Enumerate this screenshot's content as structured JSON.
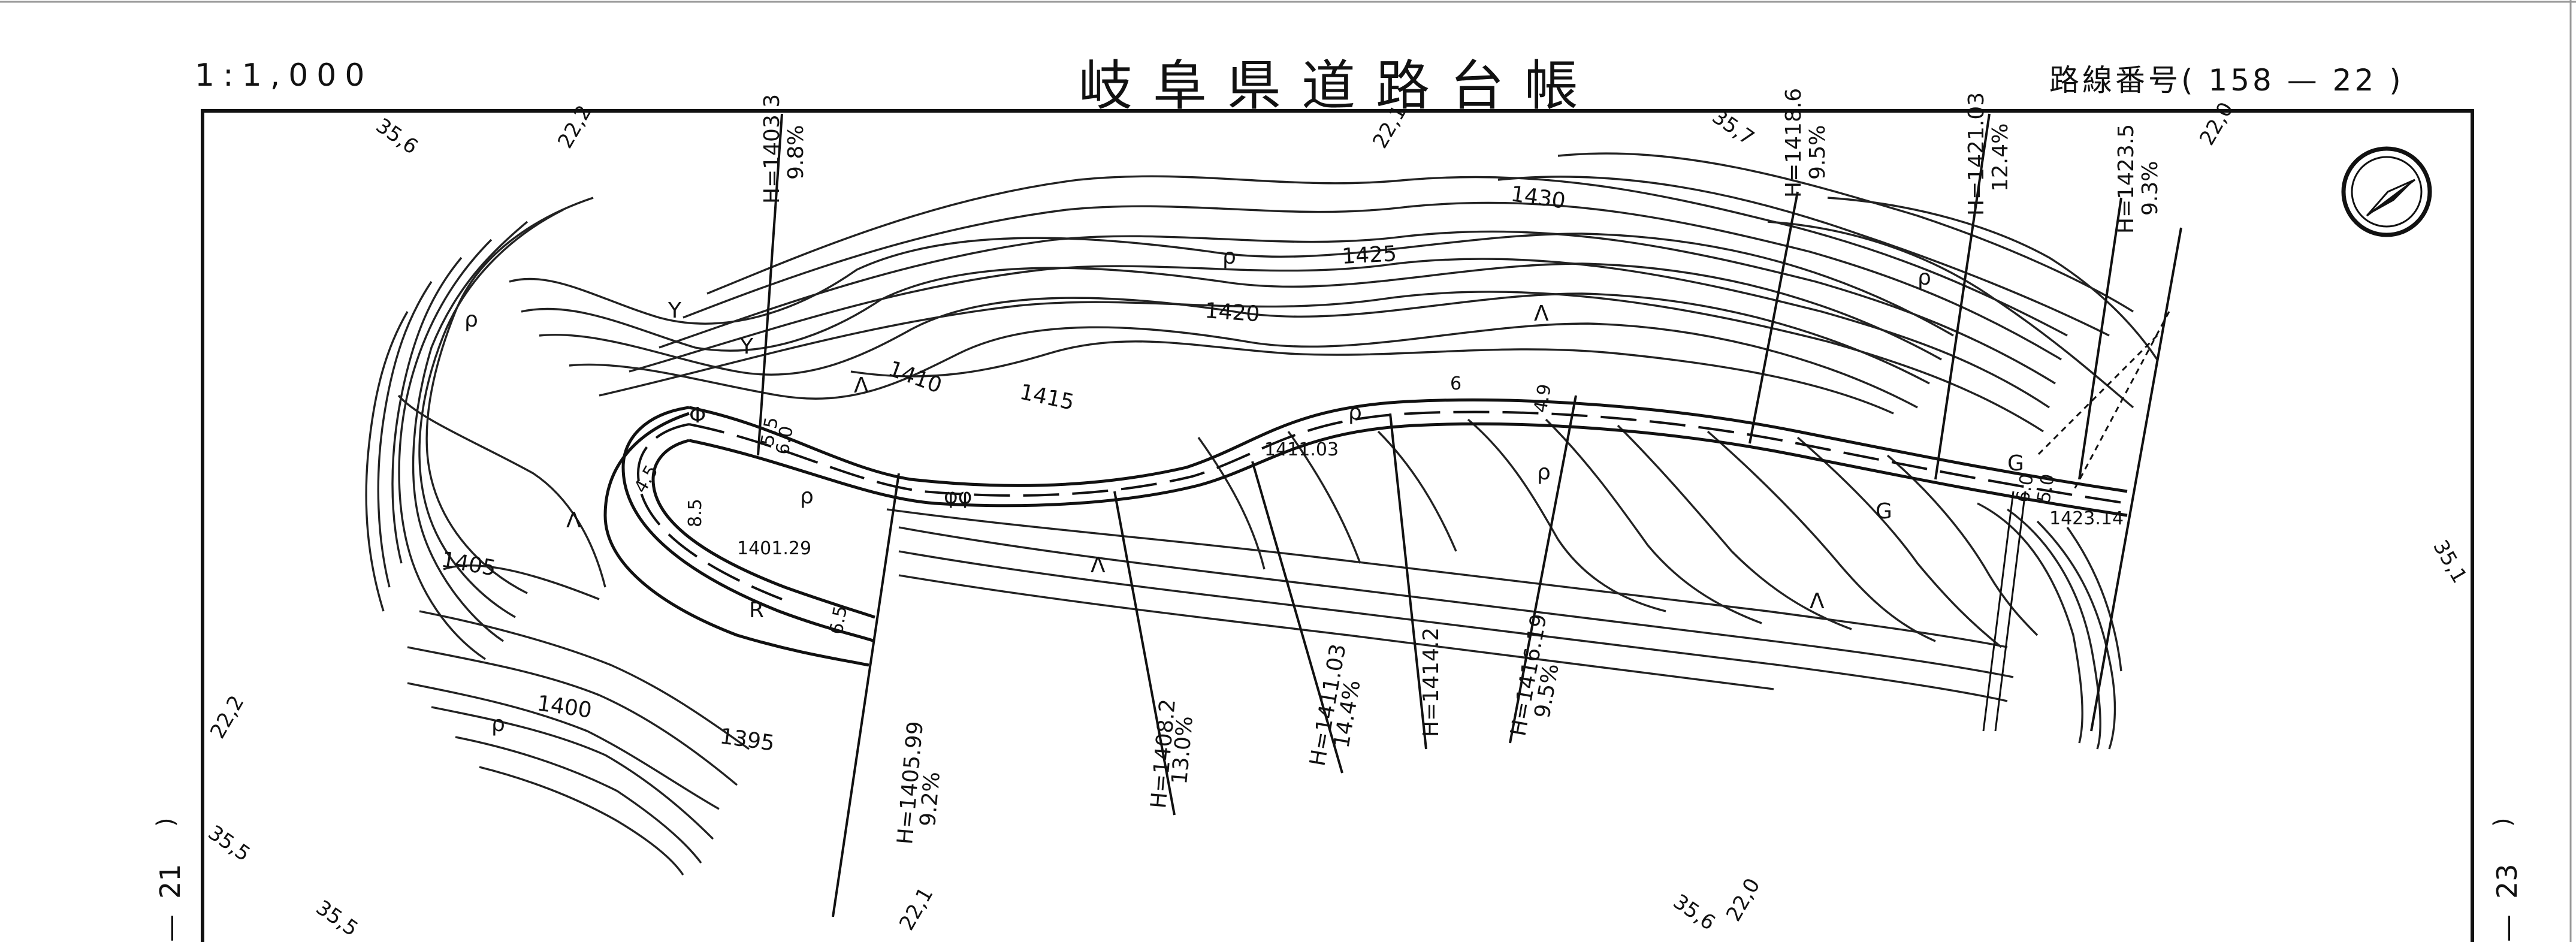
{
  "header": {
    "scale": "1:1,000",
    "title": "岐阜県道路台帳",
    "route_label": "路線番号",
    "route_open": "(",
    "route_number": "158",
    "route_dash": "—",
    "route_sheet": "22",
    "route_close": ")"
  },
  "margins": {
    "left_sheet": "21",
    "right_sheet": "23",
    "left_paren": ")",
    "left_dash": "—",
    "right_paren": ")",
    "right_dash": "—"
  },
  "grid_labels": {
    "top_1": "35,6",
    "top_2": "22,2",
    "top_3": "22,1",
    "top_4": "35,7",
    "top_5": "22,0",
    "left_1": "22,2",
    "left_2": "35,5",
    "right_1": "35,1",
    "bottom_1": "35,5",
    "bottom_2": "22,1",
    "bottom_3": "35,6",
    "bottom_4": "22,0"
  },
  "contours": {
    "c1430": "1430",
    "c1425": "1425",
    "c1420": "1420",
    "c1415": "1415",
    "c1410": "1410",
    "c1405": "1405",
    "c1400": "1400",
    "c1395": "1395"
  },
  "spot_heights": {
    "s1": "1411.03",
    "s2": "1401.29",
    "s3": "1423.14"
  },
  "sections": {
    "s1_h": "H=1403.3",
    "s1_g": "9.8%",
    "s2_h": "H=1405.99",
    "s2_g": "9.2%",
    "s3_h": "H=1408.2",
    "s3_g": "13.0%",
    "s4_h": "H=1411.03",
    "s4_g": "14.4%",
    "s5_h": "H=1414.2",
    "s6_h": "H=1416.19",
    "s6_g": "9.5%",
    "s7_h": "H=1418.6",
    "s7_g": "9.5%",
    "s8_h": "H=1421.03",
    "s8_g": "12.4%",
    "s9_h": "H=1423.5",
    "s9_g": "9.3%"
  },
  "widths": {
    "w1": "5.5",
    "w2": "4.5",
    "w3": "6.5",
    "w4": "8.5",
    "w5": "6.0",
    "w6": "6",
    "w7": "4.9",
    "w8": "5.0",
    "w9": "6.0"
  },
  "symbols": {
    "vegetation": "ρ",
    "grass": "Ʌ",
    "farm": "Y",
    "guardrail": "G",
    "retaining": "R",
    "pole": "φφ",
    "ditch": "Φ"
  },
  "icons": {
    "north_arrow": "north-arrow-icon"
  }
}
